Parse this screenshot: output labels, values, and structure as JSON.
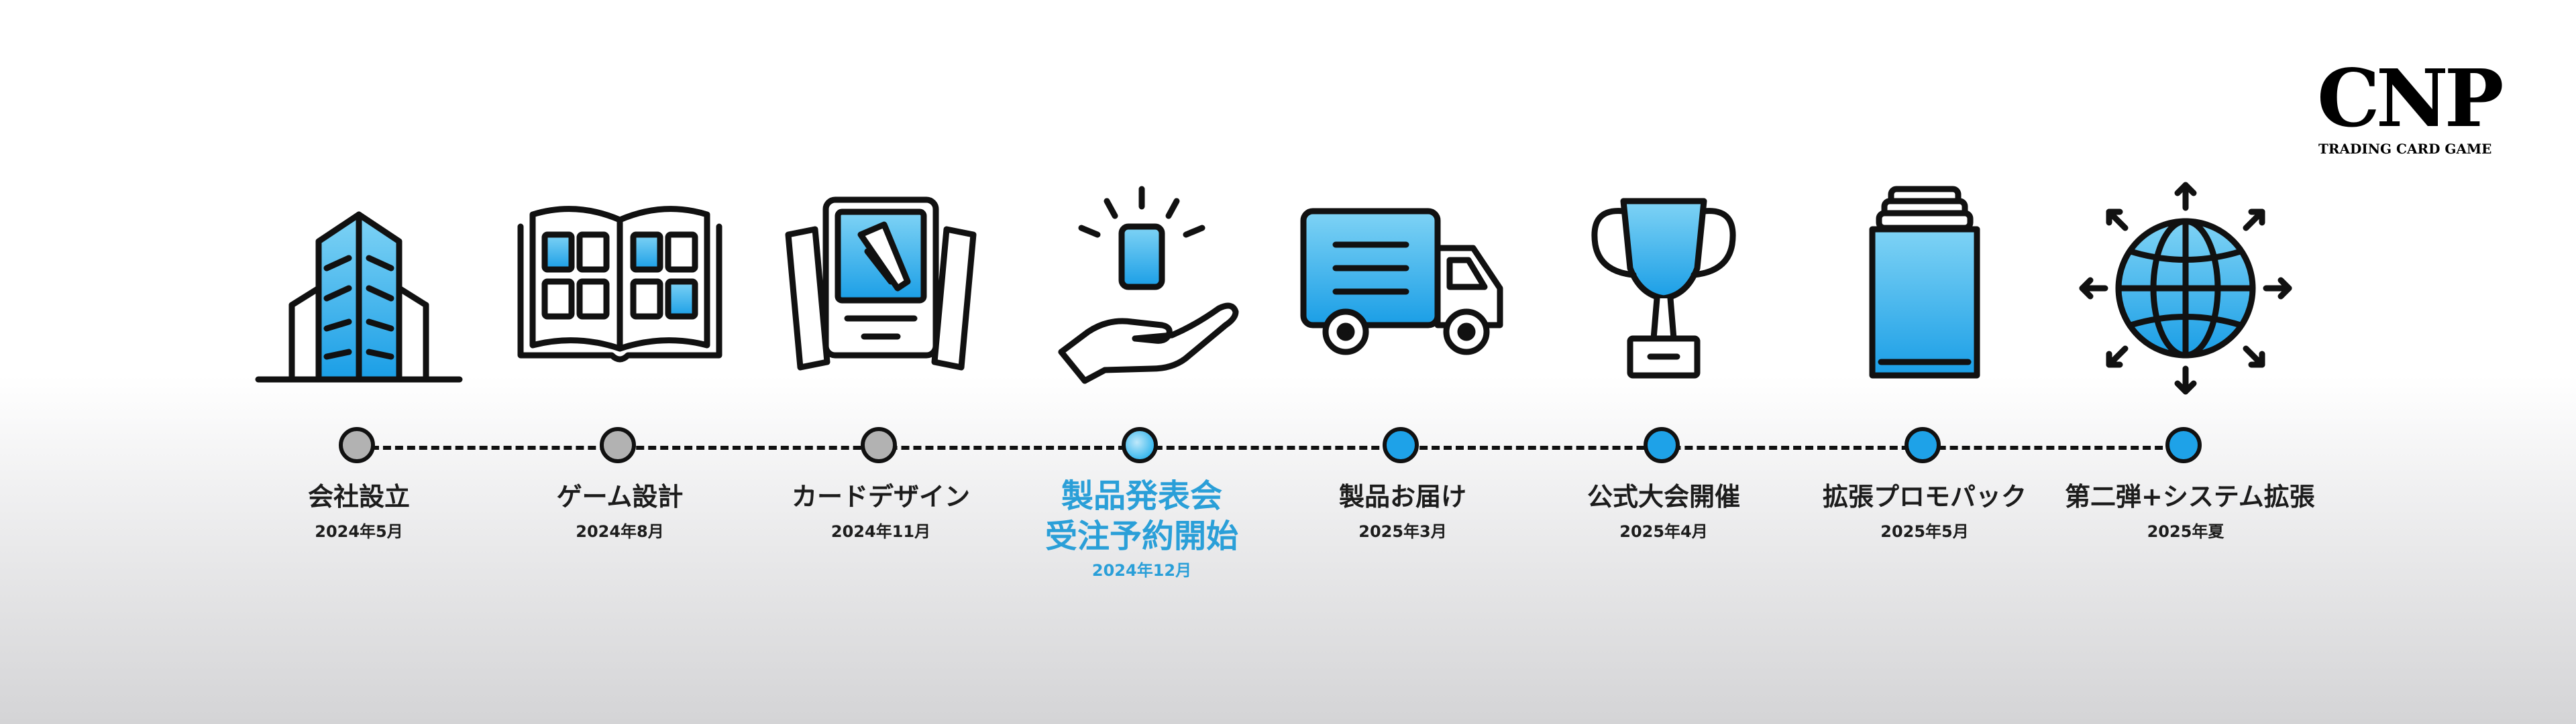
{
  "logo": {
    "mark": "CNP",
    "subtitle": "TRADING CARD GAME"
  },
  "colors": {
    "accent": "#1ea2e8",
    "highlight_text": "#2a9fd8",
    "done_dot": "#b2b2b2",
    "line": "#111111"
  },
  "milestones": [
    {
      "icon": "office-building-icon",
      "label": "会社設立",
      "date": "2024年5月",
      "status": "done"
    },
    {
      "icon": "open-book-icon",
      "label": "ゲーム設計",
      "date": "2024年8月",
      "status": "done"
    },
    {
      "icon": "card-design-icon",
      "label": "カードデザイン",
      "date": "2024年11月",
      "status": "done"
    },
    {
      "icon": "hand-card-icon",
      "label_lines": [
        "製品発表会",
        "受注予約開始"
      ],
      "date": "2024年12月",
      "status": "current"
    },
    {
      "icon": "delivery-truck-icon",
      "label": "製品お届け",
      "date": "2025年3月",
      "status": "future"
    },
    {
      "icon": "trophy-icon",
      "label": "公式大会開催",
      "date": "2025年4月",
      "status": "future"
    },
    {
      "icon": "card-pack-icon",
      "label": "拡張プロモパック",
      "date": "2025年5月",
      "status": "future"
    },
    {
      "icon": "globe-expand-icon",
      "label": "第二弾+システム拡張",
      "date": "2025年夏",
      "status": "future"
    }
  ]
}
